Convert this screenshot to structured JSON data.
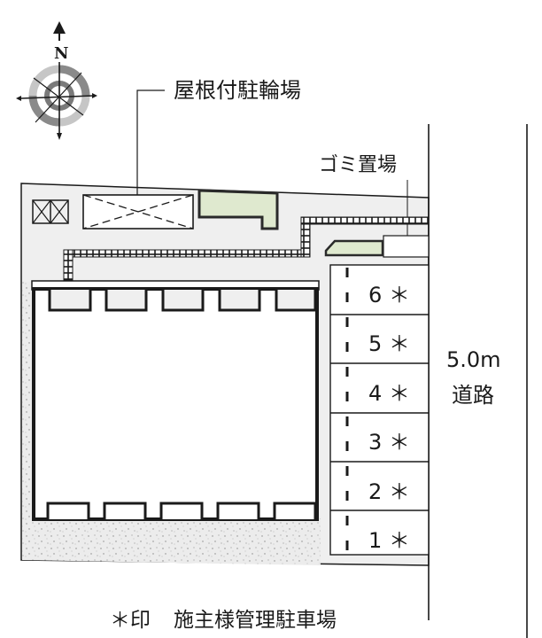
{
  "compass": {
    "label": "N",
    "icon": "compass-rose-icon"
  },
  "labels": {
    "bicycle_parking": "屋根付駐輪場",
    "garbage_area": "ゴミ置場",
    "road_width": "5.0m",
    "road": "道路"
  },
  "parking": {
    "slots": [
      {
        "number": "6",
        "mark": "＊"
      },
      {
        "number": "5",
        "mark": "＊"
      },
      {
        "number": "4",
        "mark": "＊"
      },
      {
        "number": "3",
        "mark": "＊"
      },
      {
        "number": "2",
        "mark": "＊"
      },
      {
        "number": "1",
        "mark": "＊"
      }
    ]
  },
  "legend": {
    "mark": "＊印",
    "text": "施主様管理駐車場"
  },
  "colors": {
    "ground": "#efefef",
    "greenery": "#dfe9cf",
    "line": "#1a1a1a",
    "gravel": "#ececec"
  }
}
